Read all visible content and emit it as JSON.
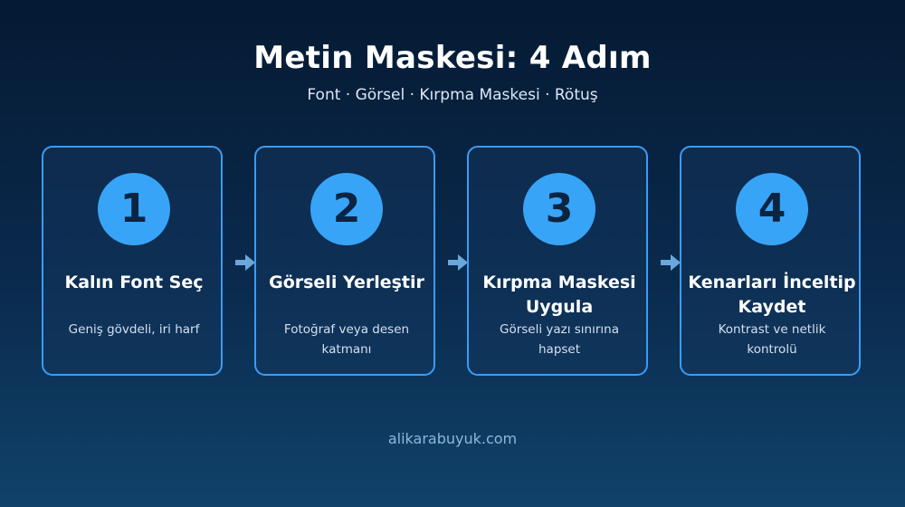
{
  "title": "Metin Maskesi: 4 Adım",
  "subtitle": "Font · Görsel · Kırpma Maskesi · Rötuş",
  "steps": [
    {
      "number": "1",
      "title": "Kalın Font Seç",
      "desc": "Geniş gövdeli, iri harf"
    },
    {
      "number": "2",
      "title": "Görseli Yerleştir",
      "desc": "Fotoğraf veya desen katmanı"
    },
    {
      "number": "3",
      "title": "Kırpma Maskesi Uygula",
      "desc": "Görseli yazı sınırına hapset"
    },
    {
      "number": "4",
      "title": "Kenarları İnceltip Kaydet",
      "desc": "Kontrast ve netlik kontrolü"
    }
  ],
  "footer": "alikarabuyuk.com",
  "colors": {
    "accent": "#38a4f7",
    "card_border": "#3b9cf5",
    "arrow": "#6aa8dc",
    "background_top": "#051a33",
    "background_bottom": "#10426a"
  }
}
